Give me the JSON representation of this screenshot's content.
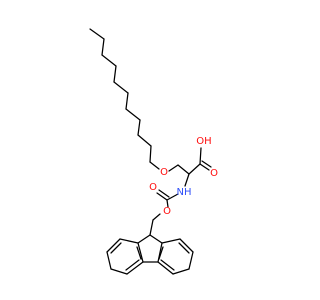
{
  "molecule": {
    "atoms": {
      "ether_o": {
        "text": "O",
        "color": "#ff0d0d"
      },
      "acid_o": {
        "text": "O",
        "color": "#ff0d0d"
      },
      "acid_oh": {
        "text": "OH",
        "color": "#ff0d0d"
      },
      "amide_nh": {
        "text": "NH",
        "color": "#3050f8"
      },
      "carbamate_o": {
        "text": "O",
        "color": "#ff0d0d"
      },
      "carbamate_ester_o": {
        "text": "O",
        "color": "#ff0d0d"
      }
    }
  }
}
